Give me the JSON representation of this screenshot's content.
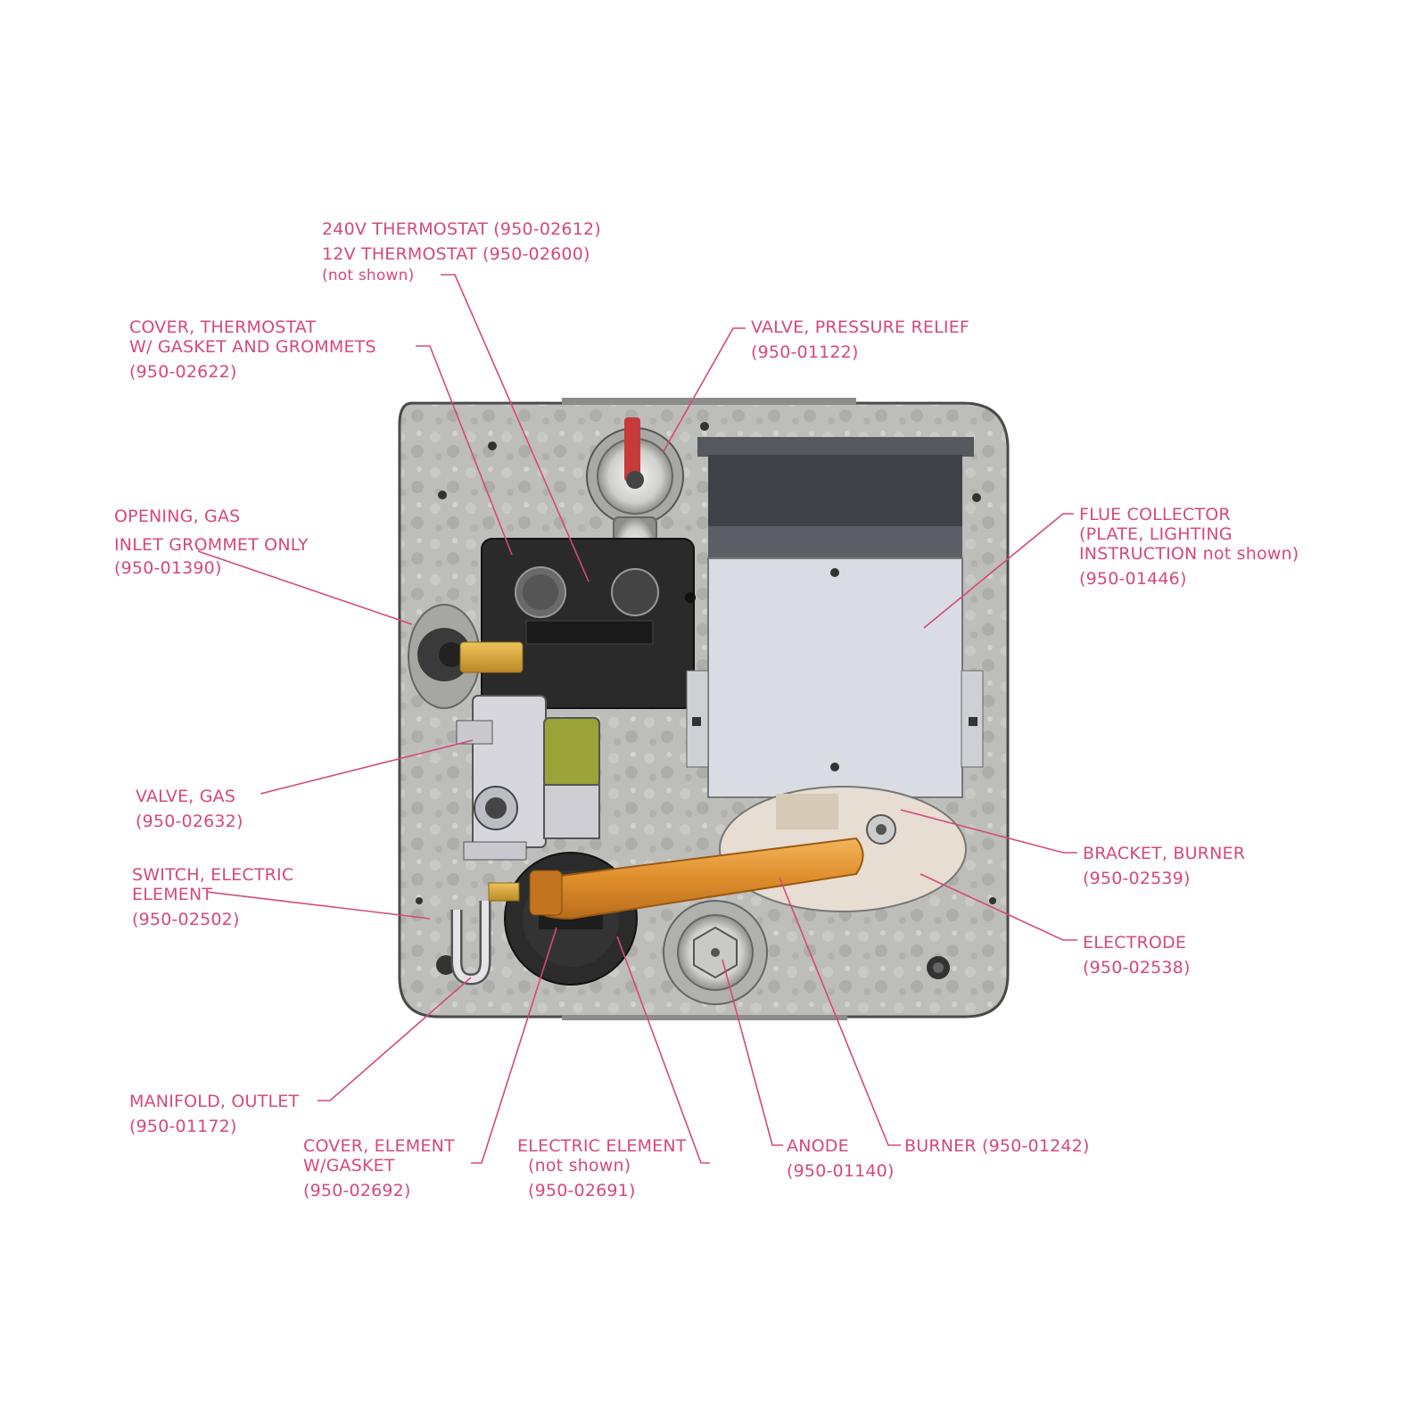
{
  "labels": {
    "thermostat": {
      "line1": "240V THERMOSTAT (950-02612)",
      "line2": "12V THERMOSTAT (950-02600)",
      "note": "(not shown)"
    },
    "cover_thermostat": {
      "line1": "COVER, THERMOSTAT",
      "line2": "W/ GASKET AND GROMMETS",
      "pn": "(950-02622)"
    },
    "valve_pressure_relief": {
      "line1": "VALVE, PRESSURE RELIEF",
      "pn": "(950-01122)"
    },
    "opening_gas": {
      "line1": "OPENING, GAS",
      "line2": "INLET GROMMET ONLY",
      "pn": "(950-01390)"
    },
    "flue_collector": {
      "line1": "FLUE COLLECTOR",
      "line2": "(PLATE, LIGHTING",
      "line3": "INSTRUCTION not shown)",
      "pn": "(950-01446)"
    },
    "valve_gas": {
      "line1": "VALVE, GAS",
      "pn": "(950-02632)"
    },
    "switch_electric": {
      "line1": "SWITCH, ELECTRIC",
      "line2": "ELEMENT",
      "pn": "(950-02502)"
    },
    "bracket_burner": {
      "line1": "BRACKET, BURNER",
      "pn": "(950-02539)"
    },
    "electrode": {
      "line1": "ELECTRODE",
      "pn": "(950-02538)"
    },
    "manifold_outlet": {
      "line1": "MANIFOLD, OUTLET",
      "pn": "(950-01172)"
    },
    "cover_element": {
      "line1": "COVER, ELEMENT",
      "line2": "W/GASKET",
      "pn": "(950-02692)"
    },
    "electric_element": {
      "line1": "ELECTRIC ELEMENT",
      "line2": "(not shown)",
      "pn": "(950-02691)"
    },
    "anode": {
      "line1": "ANODE",
      "pn": "(950-01140)"
    },
    "burner": {
      "line1": "BURNER (950-01242)"
    }
  },
  "colors": {
    "label": "#d5487e",
    "panel": "#b9b9b6",
    "panel_edge": "#4a4a4a",
    "thermostat_cover": "#2a2a2a",
    "flue_dark": "#3f4247",
    "flue_plate": "#dadce3",
    "burner_tube": "#e59a3a"
  }
}
